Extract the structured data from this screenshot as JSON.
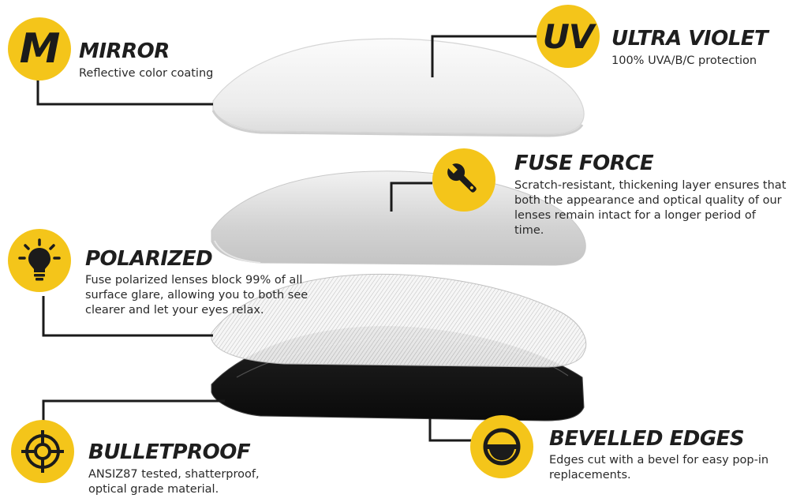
{
  "features": {
    "mirror": {
      "badge": "M",
      "title": "MIRROR",
      "description": "Reflective color coating",
      "icon": "letter-m-icon"
    },
    "uv": {
      "badge": "UV",
      "title": "ULTRA VIOLET",
      "description": "100% UVA/B/C protection",
      "icon": "letters-uv-icon"
    },
    "fuse_force": {
      "title": "FUSE FORCE",
      "description": "Scratch-resistant, thickening layer ensures that both the appearance and optical quality of our lenses remain intact for a longer period of time.",
      "icon": "wrench-icon"
    },
    "polarized": {
      "title": "POLARIZED",
      "description": "Fuse polarized lenses block 99% of all surface glare, allowing you to both see clearer and let your eyes relax.",
      "icon": "lightbulb-icon"
    },
    "bulletproof": {
      "title": "BULLETPROOF",
      "description": "ANSIZ87 tested, shatterproof, optical grade material.",
      "icon": "crosshair-icon"
    },
    "bevelled_edges": {
      "title": "BEVELLED EDGES",
      "description": "Edges cut with a bevel for easy pop-in replacements.",
      "icon": "bevel-edge-icon"
    }
  },
  "colors": {
    "badge": "#f4c51a",
    "icon": "#1b1b1b",
    "connector": "#1a1a1a",
    "text": "#2a2a2a"
  }
}
